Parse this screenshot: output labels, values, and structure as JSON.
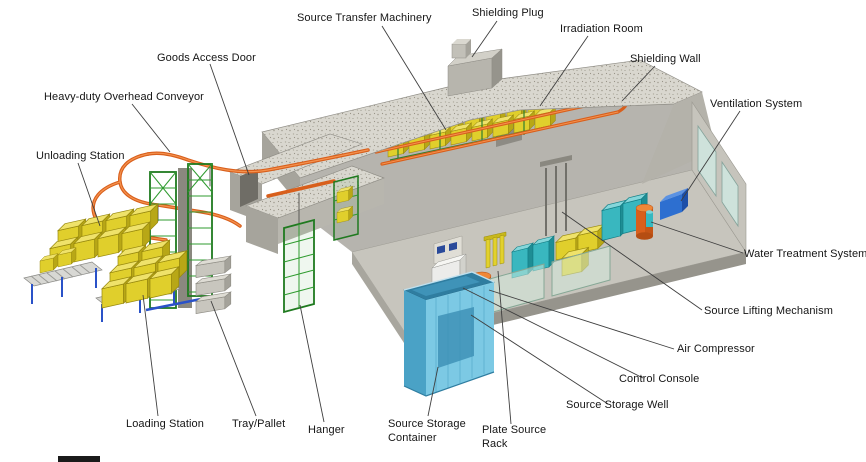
{
  "labels": [
    {
      "id": "source-transfer-machinery",
      "text": "Source Transfer Machinery"
    },
    {
      "id": "shielding-plug",
      "text": "Shielding Plug"
    },
    {
      "id": "irradiation-room",
      "text": "Irradiation Room"
    },
    {
      "id": "goods-access-door",
      "text": "Goods Access Door"
    },
    {
      "id": "shielding-wall",
      "text": "Shielding Wall"
    },
    {
      "id": "heavy-duty-overhead-conveyor",
      "text": "Heavy-duty Overhead Conveyor"
    },
    {
      "id": "ventilation-system",
      "text": "Ventilation System"
    },
    {
      "id": "unloading-station",
      "text": "Unloading Station"
    },
    {
      "id": "water-treatment-system",
      "text": "Water Treatment System"
    },
    {
      "id": "source-lifting-mechanism",
      "text": "Source Lifting Mechanism"
    },
    {
      "id": "air-compressor",
      "text": "Air Compressor"
    },
    {
      "id": "control-console",
      "text": "Control Console"
    },
    {
      "id": "source-storage-well",
      "text": "Source Storage Well"
    },
    {
      "id": "loading-station",
      "text": "Loading Station"
    },
    {
      "id": "tray-pallet",
      "text": "Tray/Pallet"
    },
    {
      "id": "hanger",
      "text": "Hanger"
    },
    {
      "id": "source-storage-container",
      "text": "Source Storage Container"
    },
    {
      "id": "plate-source-rack",
      "text": "Plate Source Rack"
    }
  ],
  "colors": {
    "background": "#ffffff",
    "concrete_speckle": "#d9d7cf",
    "concrete_shadow": "#a6a49c",
    "conveyor_orange": "#d85f1c",
    "product_yellow": "#e0cf2c",
    "frame_green": "#1f7a1f",
    "pool_blue": "#7cc9e4",
    "equipment_cyan": "#39b7bf",
    "accent_blue": "#2a52c8",
    "leader_line": "#3f3f3f",
    "label_text": "#151515"
  }
}
